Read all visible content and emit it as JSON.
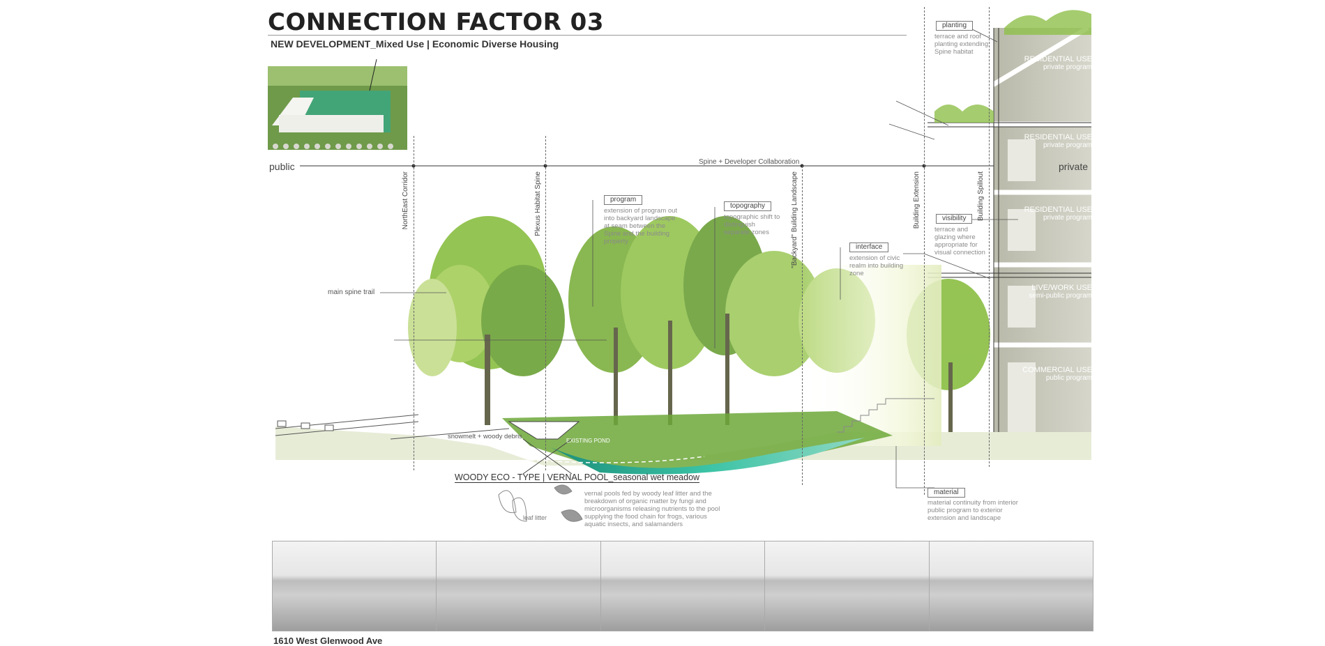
{
  "header": {
    "title": "CONNECTION FACTOR 03",
    "subtitle": "NEW DEVELOPMENT_Mixed Use | Economic Diverse Housing"
  },
  "axis": {
    "left_label": "public",
    "right_label": "private",
    "mid_label": "Spine + Developer Collaboration"
  },
  "zones": {
    "northeast_corridor": "NorthEast Corridor",
    "plexus_habitat_spine": "Plexus Habitat Spine",
    "backyard_landscape": "\"Backyard\" Building Landscape",
    "building_extension": "Building Extension",
    "building_spillout": "Building Spillout"
  },
  "annotations": {
    "main_spine_trail": "main spine trail",
    "snowmelt": "snowmelt + woody debris",
    "bridge_note": "EXISTING POND",
    "program": {
      "tag": "program",
      "text": "extension of program out into backyard landscape at seam between the Spine and the building property"
    },
    "topography": {
      "tag": "topography",
      "text": "topographic shift to distinguish separate zones"
    },
    "interface": {
      "tag": "interface",
      "text": "extension of civic realm into building zone"
    },
    "planting": {
      "tag": "planting",
      "text": "terrace and roof planting extending Spine habitat"
    },
    "visibility": {
      "tag": "visibility",
      "text": "terrace and glazing where appropriate for visual connection"
    },
    "material": {
      "tag": "material",
      "text": "material continuity from interior public program to exterior extension and landscape"
    },
    "eco_title": "WOODY ECO - TYPE  |  VERNAL POOL_seasonal wet meadow",
    "eco_text": "vernal pools fed by woody leaf litter and the breakdown of organic matter by fungi and microorganisms releasing nutrients to the pool supplying the food chain for frogs, various aquatic insects, and salamanders",
    "leaf_litter": "leaf litter"
  },
  "building_uses": [
    {
      "name": "RESIDENTIAL USE",
      "program": "private program"
    },
    {
      "name": "RESIDENTIAL USE",
      "program": "private program"
    },
    {
      "name": "RESIDENTIAL USE",
      "program": "private program"
    },
    {
      "name": "LIVE/WORK USE",
      "program": "semi-public program"
    },
    {
      "name": "COMMERCIAL USE",
      "program": "public program"
    }
  ],
  "footer": {
    "address": "1610 West Glenwood Ave"
  },
  "colors": {
    "foliage_light": "#b8d66a",
    "foliage_dark": "#5f8f2a",
    "water": "#2fb39a",
    "building": "#c9c9bd"
  }
}
